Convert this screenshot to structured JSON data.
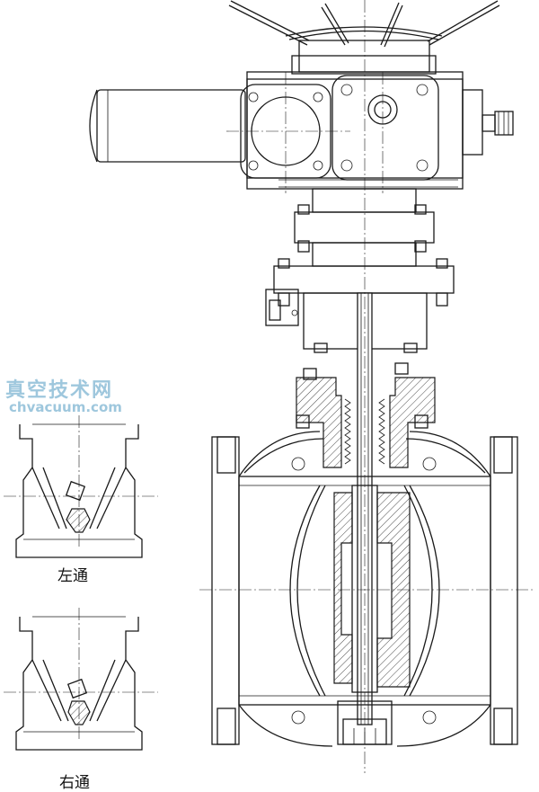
{
  "watermark": {
    "site_name_cn": "真空技术网",
    "site_url": "chvacuum.com",
    "color": "#9ec7dd"
  },
  "labels": {
    "left_pass": "左通",
    "right_pass": "右通"
  },
  "colors": {
    "line": "#1a1a1a",
    "background": "#ffffff"
  }
}
